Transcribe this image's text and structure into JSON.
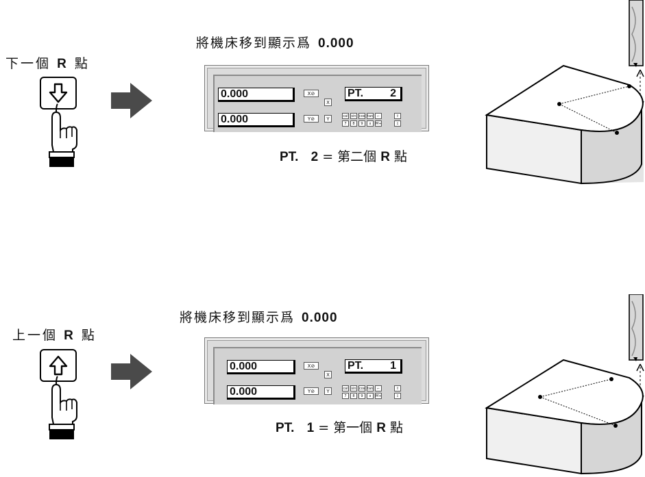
{
  "sections": [
    {
      "key_label_prefix": "下一個",
      "key_label_letter": "R",
      "key_label_suffix": "點",
      "key_arrow": "down",
      "instruction_prefix": "將機床移到顯示爲",
      "instruction_value": "0.000",
      "dro": {
        "x_value": "0.000",
        "y_value": "0.000",
        "pt_label": "PT.",
        "pt_number": "2",
        "x_axis_key": "X",
        "y_axis_key": "Y",
        "keypad_top": [
          "cal",
          "sin",
          "cos",
          "tan"
        ],
        "keypad_bottom": [
          "7",
          "8",
          "9",
          "x",
          "M+"
        ]
      },
      "caption_pt": "PT.",
      "caption_number": "2",
      "caption_eq": "=",
      "caption_text": "第二個",
      "caption_letter": "R",
      "caption_suffix": "點"
    },
    {
      "key_label_prefix": "上一個",
      "key_label_letter": "R",
      "key_label_suffix": "點",
      "key_arrow": "up",
      "instruction_prefix": "將機床移到顯示爲",
      "instruction_value": "0.000",
      "dro": {
        "x_value": "0.000",
        "y_value": "0.000",
        "pt_label": "PT.",
        "pt_number": "1",
        "x_axis_key": "X",
        "y_axis_key": "Y",
        "keypad_top": [
          "cal",
          "sin",
          "cos",
          "tan"
        ],
        "keypad_bottom": [
          "7",
          "8",
          "9",
          "x",
          "M+"
        ]
      },
      "caption_pt": "PT.",
      "caption_number": "1",
      "caption_eq": "=",
      "caption_text": "第一個",
      "caption_letter": "R",
      "caption_suffix": "點"
    }
  ]
}
